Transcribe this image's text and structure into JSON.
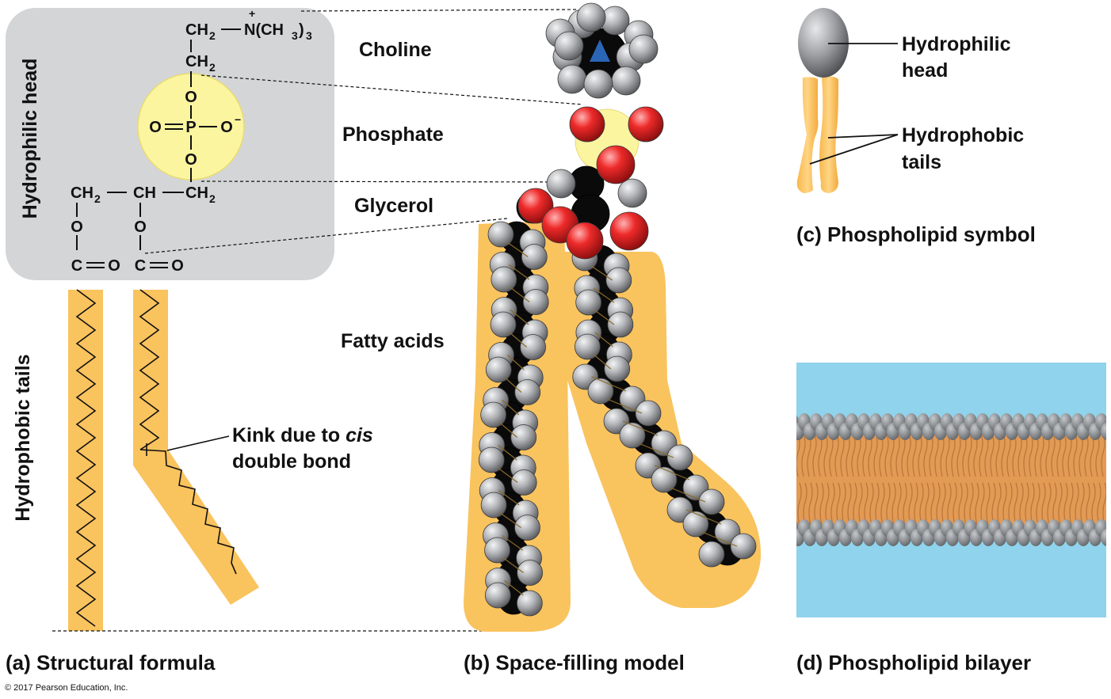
{
  "structural": {
    "region_head": "Hydrophilic head",
    "region_tails": "Hydrophobic tails",
    "choline_ch2_a": "CH",
    "choline_n": "N(CH",
    "choline_n_tail": ")",
    "choline_n_sub": "3",
    "choline_ch2_b": "CH",
    "sub2": "2",
    "charge_plus": "+",
    "charge_minus": "−",
    "phos_o_top": "O",
    "phos_o_left": "O",
    "phos_p": "P",
    "phos_o_right": "O",
    "phos_o_bottom": "O",
    "glycerol_ch2_left": "CH",
    "glycerol_ch": "CH",
    "glycerol_ch2_right": "CH",
    "ester_o_left": "O",
    "ester_o_right": "O",
    "carbonyl_c_left": "C",
    "carbonyl_o_left": "O",
    "carbonyl_c_right": "C",
    "carbonyl_o_right": "O",
    "kink_line1": "Kink due to ",
    "kink_italic": "cis",
    "kink_line2": "double bond",
    "caption": "(a) Structural formula"
  },
  "space_filling": {
    "label_choline": "Choline",
    "label_phosphate": "Phosphate",
    "label_glycerol": "Glycerol",
    "label_fatty_acids": "Fatty acids",
    "caption": "(b) Space-filling model"
  },
  "symbol": {
    "label_head_1": "Hydrophilic",
    "label_head_2": "head",
    "label_tails_1": "Hydrophobic",
    "label_tails_2": "tails",
    "caption": "(c) Phospholipid symbol"
  },
  "bilayer": {
    "caption": "(d) Phospholipid bilayer"
  },
  "copyright": "© 2017 Pearson Education, Inc.",
  "colors": {
    "head_box": "#d4d5d7",
    "phosphate_circle": "#fbf5a0",
    "tail_band": "#f9c35e",
    "oxygen_red": "#e01e25",
    "carbon_black": "#0a0a0a",
    "hydrogen_gray": "#a9abae",
    "nitrogen_blue": "#2a66b5",
    "water_blue": "#8fd3ec",
    "bilayer_tail": "#e9a660"
  }
}
